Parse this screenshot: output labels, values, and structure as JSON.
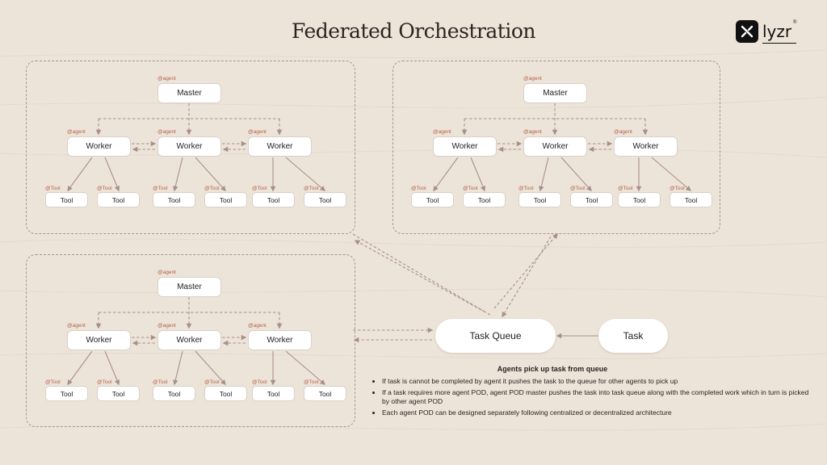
{
  "title": "Federated Orchestration",
  "logo": {
    "text": "lyzr",
    "registered": "®"
  },
  "pod_labels": {
    "agent_tag": "@agent",
    "tool_tag": "@Tool",
    "master": "Master",
    "worker": "Worker",
    "tool": "Tool"
  },
  "task_queue": {
    "label": "Task Queue"
  },
  "task": {
    "label": "Task"
  },
  "notes": {
    "heading": "Agents pick up task from queue",
    "bullets": [
      "If task is cannot be completed by agent it pushes the task to the queue for other agents to pick up",
      "If a task requires more agent POD, agent POD master pushes the task into task queue along with the completed work which in turn is picked by other agent POD",
      "Each agent POD can be designed separately following centralized or decentralized architecture"
    ]
  },
  "colors": {
    "background": "#ede4d9",
    "connector": "#a8908a",
    "tag": "#b5604a",
    "node": "#ffffff"
  }
}
